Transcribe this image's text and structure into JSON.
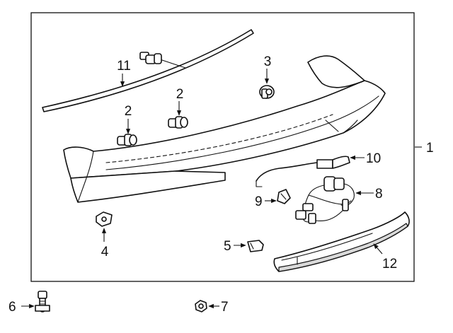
{
  "callouts": {
    "c1": "1",
    "c2a": "2",
    "c2b": "2",
    "c3": "3",
    "c4": "4",
    "c5": "5",
    "c6": "6",
    "c7": "7",
    "c8": "8",
    "c9": "9",
    "c10": "10",
    "c11": "11",
    "c12": "12"
  }
}
